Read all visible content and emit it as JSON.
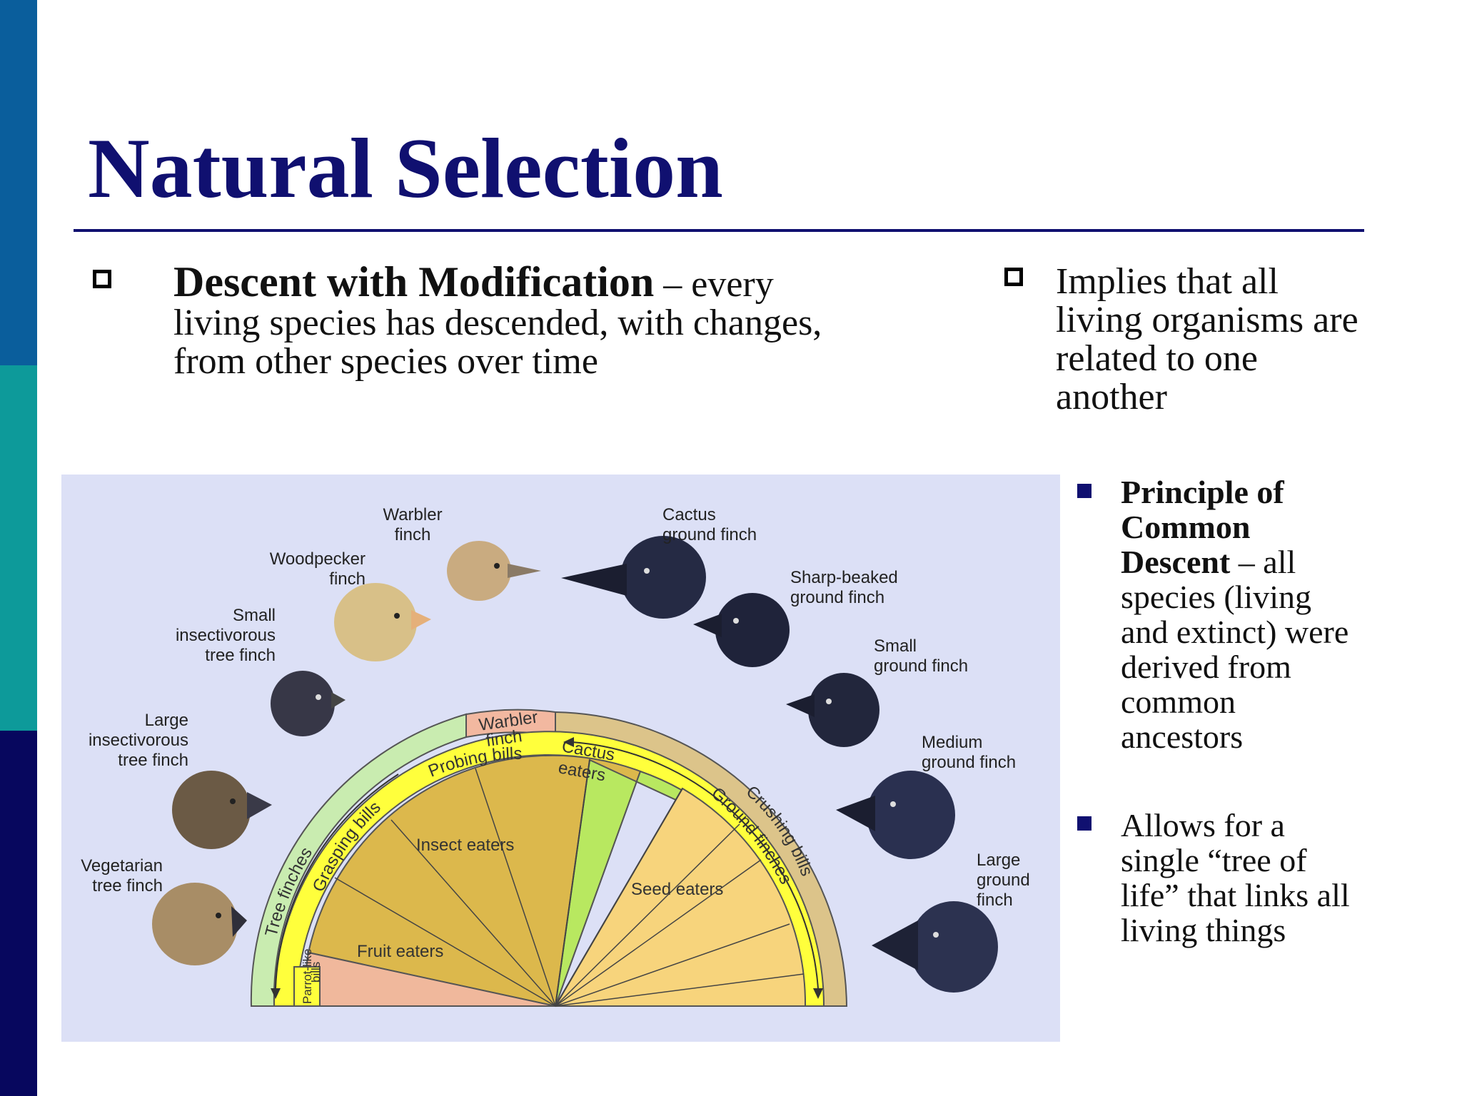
{
  "slide": {
    "title": "Natural Selection",
    "bullet1": {
      "bold": "Descent with Modification",
      "rest_line1": " – every",
      "line2": "living species has descended, with changes,",
      "line3": "from other species over time"
    },
    "bullet2": {
      "line1": "Implies that all",
      "line2": "living organisms are",
      "line3": "related to one",
      "line4": "another"
    },
    "sub1": {
      "bold1": "Principle of",
      "bold2": "Common",
      "bold3": "Descent",
      "rest3": " – all",
      "line4": "species (living",
      "line5": "and extinct) were",
      "line6": "derived from",
      "line7": "common",
      "line8": "ancestors"
    },
    "sub2": {
      "line1": "Allows for a",
      "line2": "single “tree of",
      "line3": "life” that links all",
      "line4": "living things"
    }
  },
  "figure": {
    "birds": {
      "warbler": [
        "Warbler",
        "finch"
      ],
      "cactus": [
        "Cactus",
        "ground finch"
      ],
      "woodpecker": [
        "Woodpecker",
        "finch"
      ],
      "sharp": [
        "Sharp-beaked",
        "ground finch"
      ],
      "small_insect": [
        "Small",
        "insectivorous",
        "tree finch"
      ],
      "small_ground": [
        "Small",
        "ground finch"
      ],
      "large_insect": [
        "Large",
        "insectivorous",
        "tree finch"
      ],
      "medium_ground": [
        "Medium",
        "ground finch"
      ],
      "vegetarian": [
        "Vegetarian",
        "tree finch"
      ],
      "large_ground": [
        "Large",
        "ground",
        "finch"
      ]
    },
    "arcs": {
      "tree_finches": "Tree finches",
      "ground_finches": "Ground finches",
      "warbler_box": [
        "Warbler",
        "finch"
      ],
      "grasping": "Grasping bills",
      "probing": "Probing bills",
      "crushing": "Crushing bills",
      "parrot": [
        "Parrot-like",
        "bills"
      ]
    },
    "inner": {
      "insect": "Insect eaters",
      "cactus": [
        "Cactus",
        "eaters"
      ],
      "seed": "Seed eaters",
      "fruit": "Fruit eaters"
    },
    "colors": {
      "tree_band": "#c9ecb0",
      "ground_band": "#dcc48a",
      "warbler_box": "#f2b8a0",
      "bill_band": "#ffff3c",
      "insect_sector": "#dcb84c",
      "cactus_sector": "#b8e860",
      "seed_sector": "#f7d47c",
      "fruit_sector": "#f0b89c"
    }
  }
}
